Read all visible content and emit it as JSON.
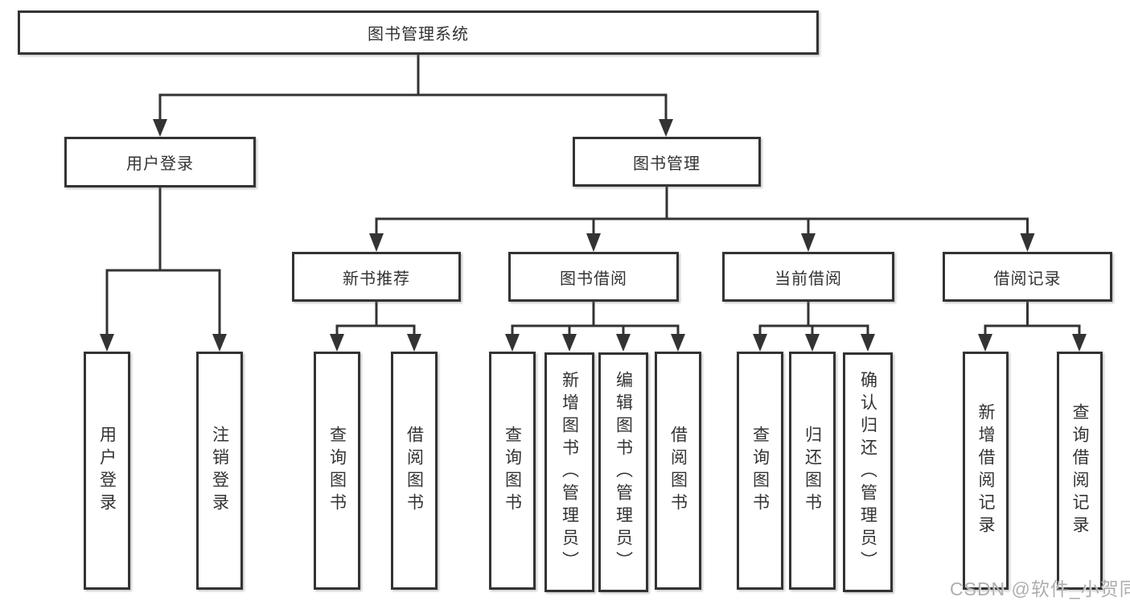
{
  "diagram": {
    "tree": {
      "root": {
        "label": "图书管理系统",
        "children": [
          {
            "label": "用户登录",
            "children": [
              {
                "label": "用户登录"
              },
              {
                "label": "注销登录"
              }
            ]
          },
          {
            "label": "图书管理",
            "children": [
              {
                "label": "新书推荐",
                "children": [
                  {
                    "label": "查询图书"
                  },
                  {
                    "label": "借阅图书"
                  }
                ]
              },
              {
                "label": "图书借阅",
                "children": [
                  {
                    "label": "查询图书"
                  },
                  {
                    "label": "新增图书（管理员）"
                  },
                  {
                    "label": "编辑图书（管理员）"
                  },
                  {
                    "label": "借阅图书"
                  }
                ]
              },
              {
                "label": "当前借阅",
                "children": [
                  {
                    "label": "查询图书"
                  },
                  {
                    "label": "归还图书"
                  },
                  {
                    "label": "确认归还（管理员）"
                  }
                ]
              },
              {
                "label": "借阅记录",
                "children": [
                  {
                    "label": "新增借阅记录"
                  },
                  {
                    "label": "查询借阅记录"
                  }
                ]
              }
            ]
          }
        ]
      }
    },
    "colors": {
      "line": "#333333",
      "box_border": "#333333",
      "text": "#333333",
      "background": "#ffffff",
      "watermark": "#aeaeb2"
    }
  },
  "watermark": {
    "text": "CSDN @软件_小贺同学"
  }
}
